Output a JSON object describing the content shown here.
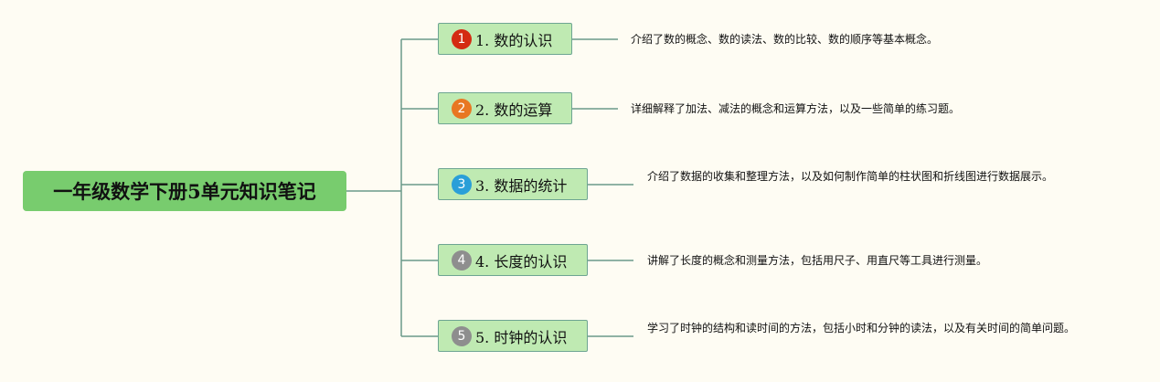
{
  "root": {
    "title": "一年级数学下册5单元知识笔记"
  },
  "colors": {
    "line": "#6a9a8a",
    "root_fill": "#78cc6e",
    "branch_fill": "#bfeab2",
    "badge_1": "#d42b12",
    "badge_2": "#e87722",
    "badge_3": "#2a9fd8",
    "badge_4": "#8e8e8e",
    "badge_5": "#8e8e8e"
  },
  "branches": [
    {
      "number": "1",
      "label": "1. 数的认识",
      "description": "介绍了数的概念、数的读法、数的比较、数的顺序等基本概念。"
    },
    {
      "number": "2",
      "label": "2. 数的运算",
      "description": "详细解释了加法、减法的概念和运算方法，以及一些简单的练习题。"
    },
    {
      "number": "3",
      "label": "3. 数据的统计",
      "description": "介绍了数据的收集和整理方法，以及如何制作简单的柱状图和折线图进行数据展示。"
    },
    {
      "number": "4",
      "label": "4. 长度的认识",
      "description": "讲解了长度的概念和测量方法，包括用尺子、用直尺等工具进行测量。"
    },
    {
      "number": "5",
      "label": "5. 时钟的认识",
      "description": "学习了时钟的结构和读时间的方法，包括小时和分钟的读法，以及有关时间的简单问题。"
    }
  ]
}
